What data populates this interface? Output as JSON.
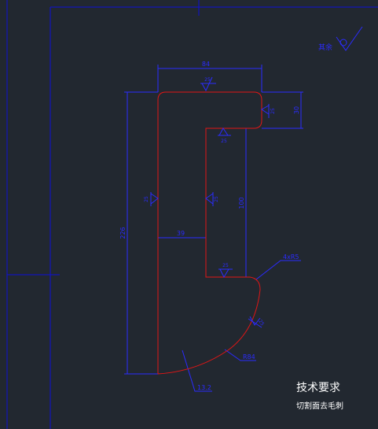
{
  "colors": {
    "background": "#222830",
    "frame": "#0f0fd8",
    "dimension": "#2b2bff",
    "profile": "#e01616",
    "text": "#ffffff"
  },
  "dimensions": {
    "top_width": "84",
    "right_height": "30",
    "total_height": "226",
    "inner_height": "100",
    "inner_width": "39",
    "arc_radius": "R84",
    "dim_13": "13.2",
    "chamfer": "4xR5"
  },
  "roughness": {
    "top": "25",
    "right_top": "25",
    "inner_top": "25",
    "left": "25",
    "inner_left": "25",
    "inner_bottom": "25",
    "arc": "25"
  },
  "notes": {
    "other_surfaces": "其余",
    "tech_req_title": "技术要求",
    "tech_req_item": "切割面去毛刺"
  }
}
